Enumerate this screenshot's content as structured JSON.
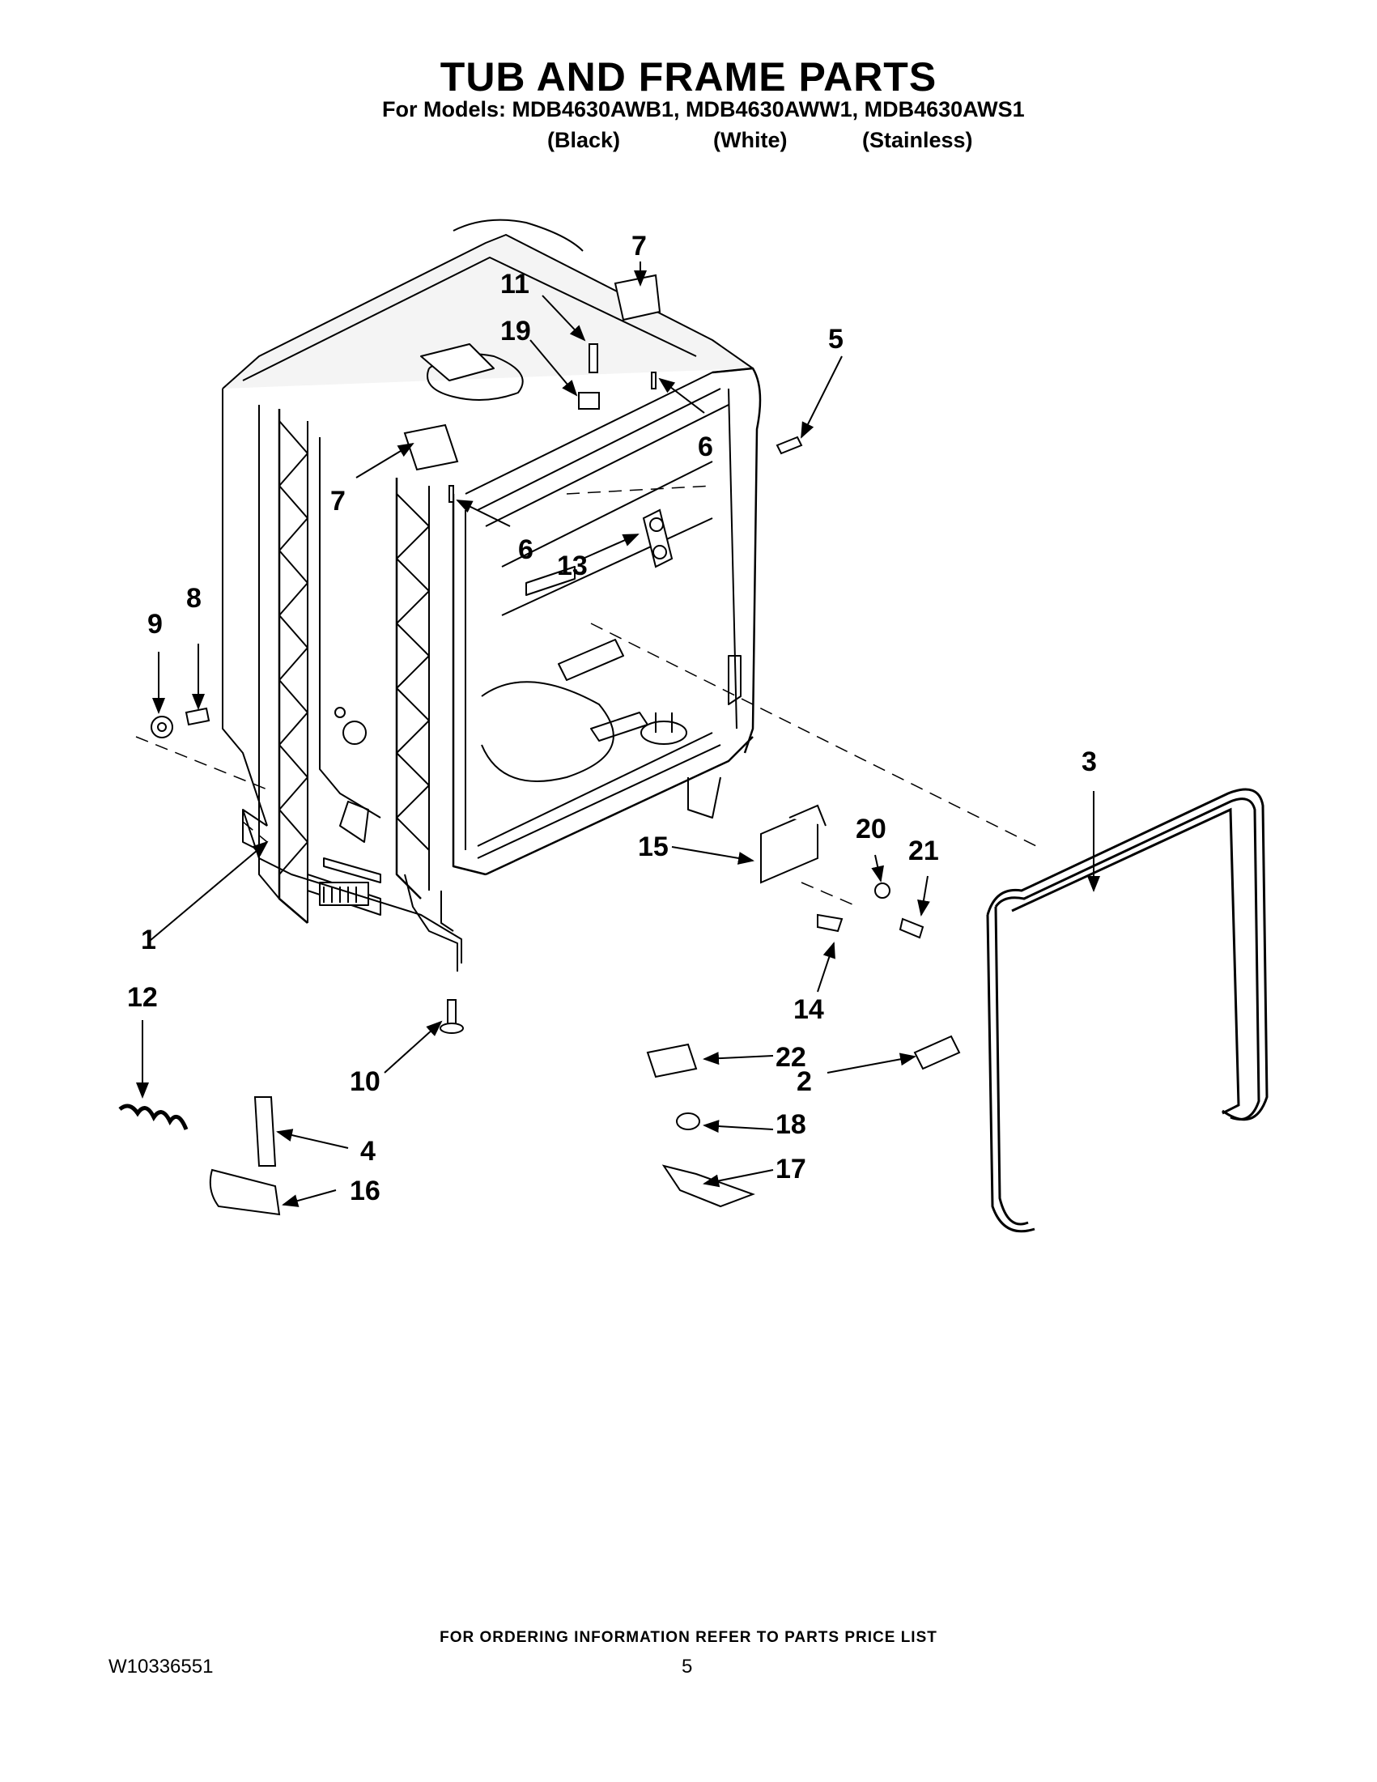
{
  "header": {
    "title": "TUB AND FRAME PARTS",
    "models_line": "For Models: MDB4630AWB1, MDB4630AWW1, MDB4630AWS1",
    "variants": [
      "(Black)",
      "(White)",
      "(Stainless)"
    ]
  },
  "callouts": {
    "c1": "1",
    "c2": "2",
    "c3": "3",
    "c4": "4",
    "c5": "5",
    "c6a": "6",
    "c6b": "6",
    "c7a": "7",
    "c7b": "7",
    "c8": "8",
    "c9": "9",
    "c10": "10",
    "c11": "11",
    "c12": "12",
    "c13": "13",
    "c14": "14",
    "c15": "15",
    "c16": "16",
    "c17": "17",
    "c18": "18",
    "c19": "19",
    "c20": "20",
    "c21": "21",
    "c22": "22"
  },
  "footer": {
    "ordering_note": "FOR ORDERING INFORMATION REFER TO PARTS PRICE LIST",
    "doc_number": "W10336551",
    "page_number": "5"
  }
}
